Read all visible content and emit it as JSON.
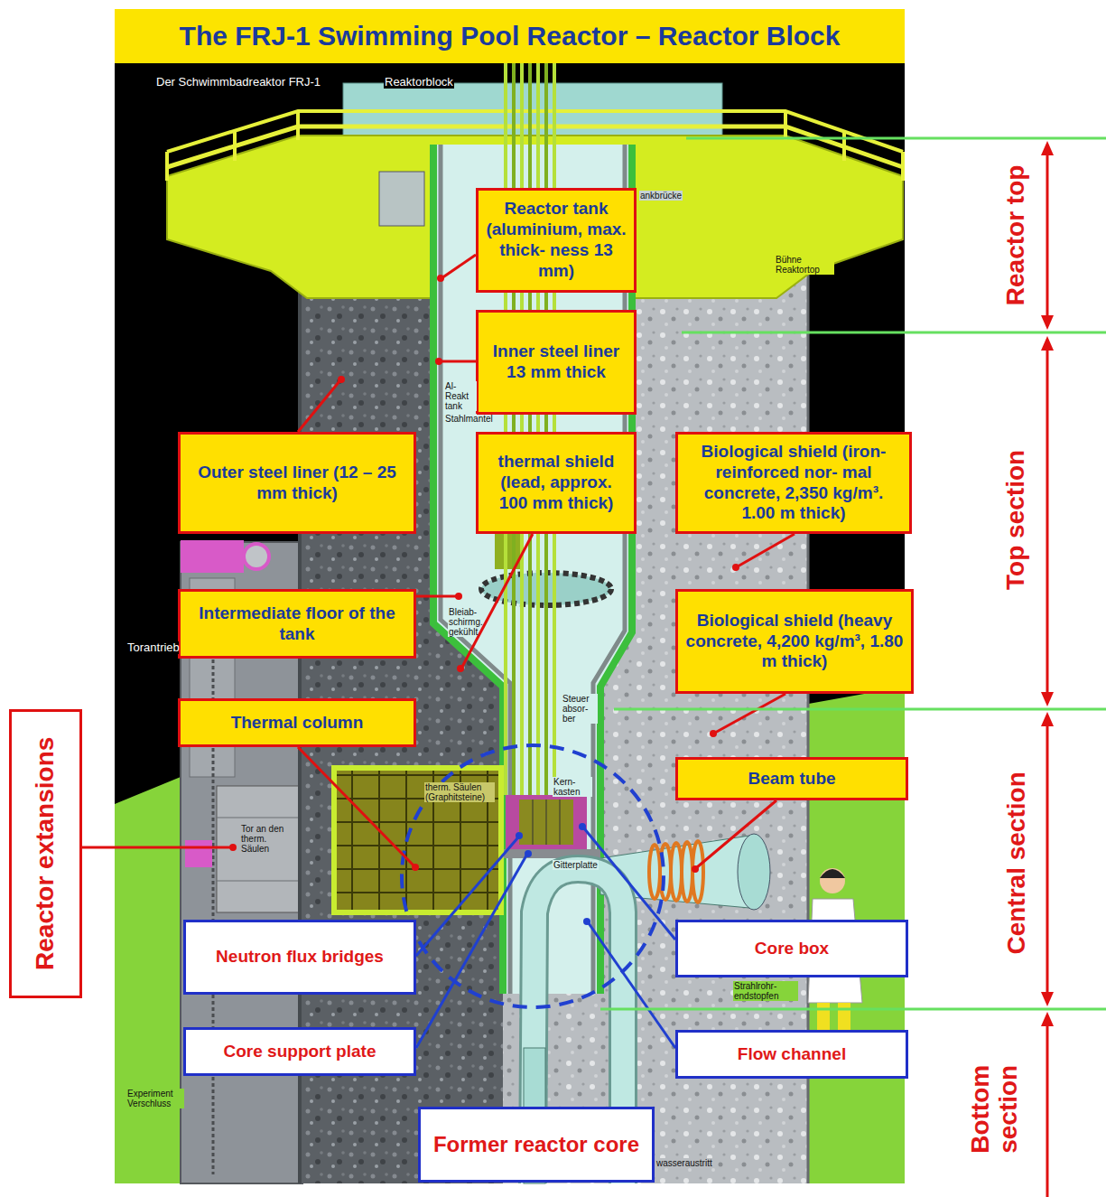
{
  "diagram": {
    "title": "The FRJ-1 Swimming Pool Reactor – Reactor Block",
    "nodes": [
      {
        "text": [
          "Reactor tank (aluminium, max. thick- ness 13 mm)"
        ]
      },
      {
        "text": [
          "Inner steel liner 13 mm thick"
        ]
      },
      {
        "text": [
          "Outer steel liner (12 – 25 mm thick)"
        ]
      },
      {
        "text": [
          "thermal shield (lead, approx. 100 mm thick)"
        ]
      },
      {
        "text": [
          "Biological shield (iron-reinforced nor- mal concrete, 2,350 kg/m³. 1.00 m thick)"
        ]
      },
      {
        "text": [
          "Intermediate floor of the tank"
        ]
      },
      {
        "text": [
          "Biological shield (heavy concrete, 4,200 kg/m³, 1.80 m thick)"
        ]
      },
      {
        "text": [
          "Thermal column"
        ]
      },
      {
        "text": [
          "Reactor extansions"
        ]
      },
      {
        "text": [
          "Beam tube"
        ]
      },
      {
        "text": [
          "Neutron flux bridges"
        ]
      },
      {
        "text": [
          "Core box"
        ]
      },
      {
        "text": [
          "Core support plate"
        ]
      },
      {
        "text": [
          "Flow channel"
        ]
      },
      {
        "text": [
          "Former reactor core"
        ]
      }
    ],
    "labels": [
      "Der Schwimmbadreaktor FRJ-1",
      "Reaktorblock",
      "ankbrücke",
      "Bühne Reaktortop",
      "Al-Reakt tank",
      "Stahlmantel",
      "Torantrieb",
      "Bleiab-schirmg. gekühlt",
      "Steuer absor-ber",
      "therm. Säulen (Graphitsteine)",
      "Kern-kasten",
      "Gitterplatte",
      "Tor an den therm. Säulen",
      "Experiment Verschluss",
      "Strahlrohr-endstopfen",
      "wasseraustritt",
      "Reactor top",
      "Top section",
      "Central section",
      "Bottom section"
    ]
  }
}
